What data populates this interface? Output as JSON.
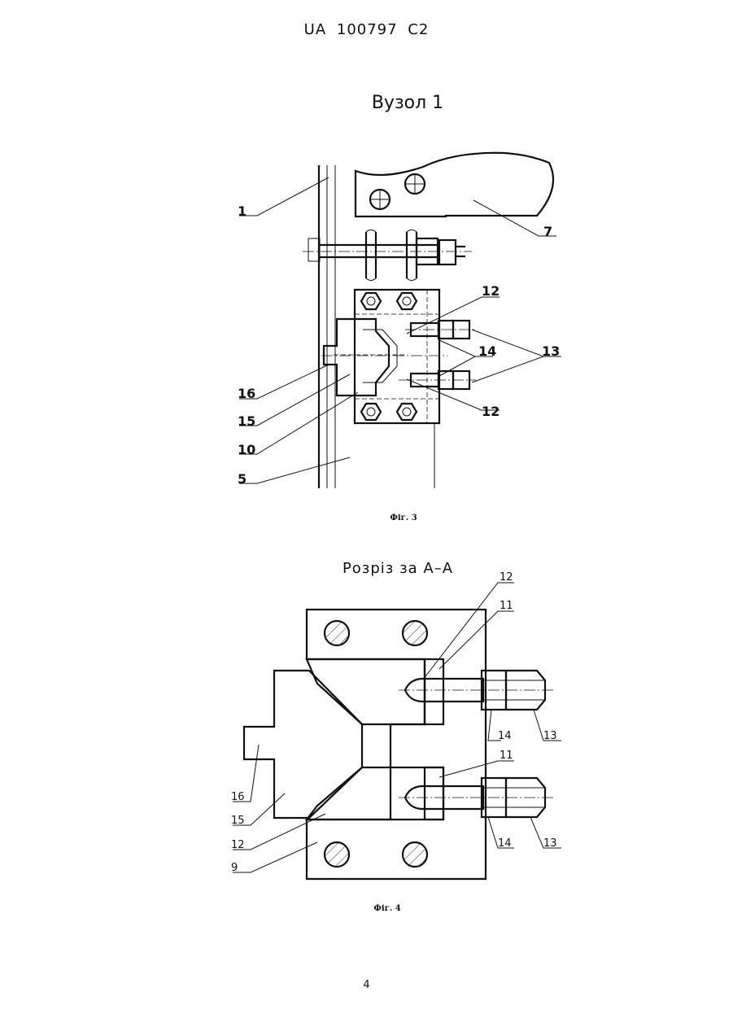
{
  "header": {
    "patent_number": "UA   100797   C2"
  },
  "figure3": {
    "title": "Вузол 1",
    "caption": "Фіг. 3",
    "callouts": {
      "c1": "1",
      "c7": "7",
      "c12a": "12",
      "c12b": "12",
      "c14": "14",
      "c13": "13",
      "c16": "16",
      "c15": "15",
      "c10": "10",
      "c5": "5"
    }
  },
  "figure4": {
    "title": "Розріз за А–А",
    "caption": "Фіг. 4",
    "callouts": {
      "c12top": "12",
      "c11top": "11",
      "c14top": "14",
      "c13top": "13",
      "c11bot": "11",
      "c16": "16",
      "c15": "15",
      "c12bot": "12",
      "c9": "9",
      "c14bot": "14",
      "c13bot": "13"
    }
  },
  "footer": {
    "page_number": "4"
  }
}
